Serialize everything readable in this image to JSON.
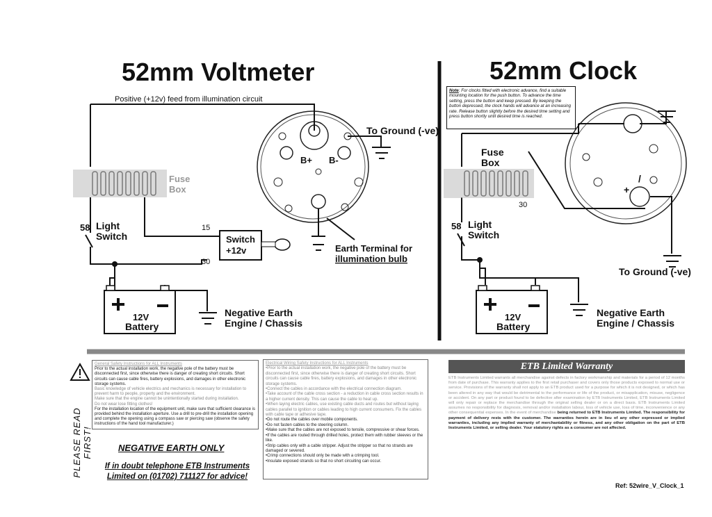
{
  "voltmeter": {
    "title": "52mm Voltmeter",
    "feed_label": "Positive (+12v) feed from illumination circuit",
    "ground_label": "To Ground (-ve)",
    "fuse_box": [
      "Fuse",
      "Box"
    ],
    "light_switch": [
      "Light",
      "Switch"
    ],
    "terminal_58": "58",
    "terminal_15": "15",
    "terminal_30": "30",
    "ignition_switch": [
      "Switch",
      "+12v"
    ],
    "terminal_bplus": "B+",
    "terminal_bminus": "B-",
    "earth_terminal": [
      "Earth Terminal for",
      "illumination bulb"
    ],
    "battery": [
      "12V",
      "Battery"
    ],
    "negative_earth": [
      "Negative Earth",
      "Engine / Chassis"
    ]
  },
  "clock": {
    "title": "52mm Clock",
    "note_label": "Note",
    "note_text": ": For clocks fitted with electronic advance, find a suitable mounting location for the push button. To advance the time setting, press the button and keep pressed. By keeping the button depressed, the clock hands will advance at an increasing rate. Release button slightly before the desired time setting and press button shortly until desired time is reached.",
    "fuse_box": [
      "Fuse",
      "Box"
    ],
    "terminal_30": "30",
    "terminal_58": "58",
    "light_switch": [
      "Light",
      "Switch"
    ],
    "ground_label": "To Ground (-ve)",
    "plus": "+",
    "minus": "/",
    "battery": [
      "12V",
      "Battery"
    ],
    "negative_earth": [
      "Negative Earth",
      "Engine / Chassis"
    ]
  },
  "safety": {
    "please_read": "PLEASE READ FIRST!",
    "general_title": "General Safety Instructions for ALL Instruments",
    "general_lines": [
      "Prior to the actual installation work, the negative pole of the battery must be disconnected first, since otherwise there is danger of creating short circuits. Short circuits can cause cable fires, battery explosions, and damages in other electronic storage systems.",
      "Basic knowledge of vehicle electrics and mechanics is necessary for installation to prevent harm to people, property and the environment.",
      "Make sure that the engine cannot be unintentionally started during installation.",
      "Do not wear lose fitting clothes!",
      "For the installation location of the equipment unit, make sure that sufficient clearance is provided behind the installation aperture. Use a drill to pre-drill the installation opening and complete the opening using a compass saw or piercing saw (observe the safety instructions of the hand tool manufacturer.)"
    ],
    "negative_earth_only": "NEGATIVE EARTH ONLY",
    "phone": [
      "If in doubt telephone ETB Instruments",
      "Limited on (01702) 711127 for advice!"
    ],
    "electrical_title": "Electrical Wiring Safety Instructions for ALL Instruments",
    "electrical_lines": [
      "•Prior to the actual installation work, the negative pole of the battery must be disconnected first, since otherwise there is danger of creating short circuits. Short circuits can cause cable fires, battery explosions, and damages in other electronic storage systems.",
      "•Connect the cables in accordance with the electrical connection diagram.",
      "•Take account of the cable cross section - a reduction in cable cross section results in a higher current density. This can cause the cable to heat up.",
      "•When laying electric cables, use existing cable ducts and routes but without laying cables parallel to ignition or cables leading to high current consumers. Fix the cables with cable tape or adhesive tape.",
      "•Do not route the cables over mobile components.",
      "•Do not fasten cables to the steering column.",
      "•Make sure that the cables are not exposed to tensile, compressive or shear forces.",
      "•If the cables are routed through drilled holes, protect them with rubber sleeves or the like.",
      "•Strip cables only with a cable stripper. Adjust the stripper so that no strands are damaged or severed.",
      "•Crimp connections should only be made with a crimping tool.",
      "•Insulate exposed strands so that no short circuiting can occur."
    ]
  },
  "warranty": {
    "title": "ETB Limited Warranty",
    "text_light": "ETB Instruments Limited warrants all merchandise against defects in factory workmanship and materials for a period of 12 months from date of purchase. This warranty applies to the first retail purchaser and covers only those products exposed to normal use or service. Provisions of the warranty shall not apply to an ETB product used for a purpose for which it is not designed, or which has been altered in any way that would be detrimental to the performance or life of the product, or misapplication, misuse, negligence or accident. On any part or product found to be defective after examination by ETB Instruments Limited, ETB Instruments Limited will only repair or replace the merchandise through the original selling dealer or on a direct basis. ETB Instruments Limited assumes no responsibility for diagnosis, removal and/or installation labour, loss of vehicle use, loss of time, inconvenience or any other consequential expenses. In the event of merchandise",
    "text_dark": "being returned to ETB Instruments Limited. The responsibility for payment of delivery rests with the customer. The warranties herein are in lieu of any other expressed or implied warranties, including any implied warranty of merchantability or fitness, and any other obligation on the part of ETB Instruments Limited, or selling dealer. Your statutory rights as a consumer are not affected."
  },
  "reference": "Ref: 52wire_V_Clock_1"
}
